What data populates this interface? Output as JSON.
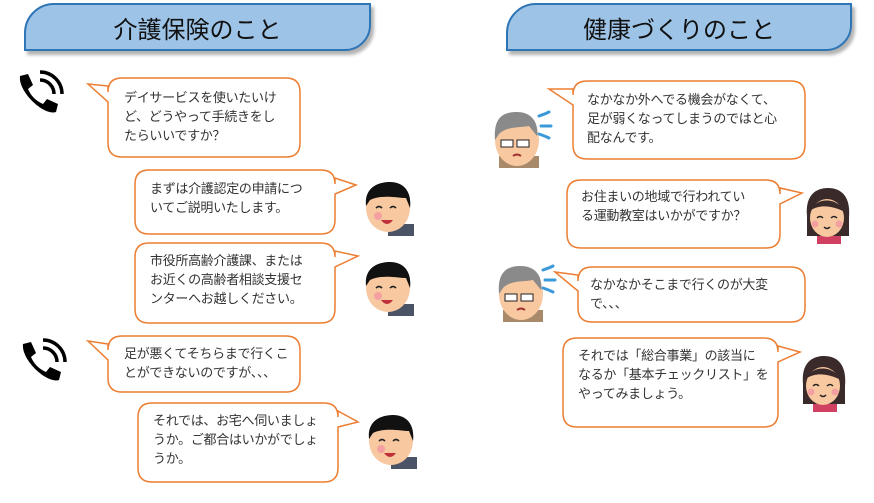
{
  "sections": {
    "care": {
      "title": "介護保険のこと",
      "messages": [
        {
          "speaker": "caller",
          "lines": [
            "デイサービスを使いたいけ",
            "ど、どうやって手続きをし",
            "たらいいですか？"
          ]
        },
        {
          "speaker": "staff",
          "lines": [
            "まずは介護認定の申請につ",
            "いてご説明いたします。"
          ]
        },
        {
          "speaker": "staff",
          "lines": [
            "市役所高齢介護課、または",
            "お近くの高齢者相談支援セ",
            "ンターへお越しください。"
          ]
        },
        {
          "speaker": "caller",
          "lines": [
            "足が悪くてそちらまで行くこ",
            "とができないのですが、、、"
          ]
        },
        {
          "speaker": "staff",
          "lines": [
            "それでは、お宅へ伺いましょ",
            "うか。ご都合はいかがでしょ",
            "うか。"
          ]
        }
      ]
    },
    "health": {
      "title": "健康づくりのこと",
      "messages": [
        {
          "speaker": "elderly",
          "lines": [
            "なかなか外へでる機会がなくて、",
            "足が弱くなってしまうのではと心",
            "配なんです。"
          ]
        },
        {
          "speaker": "staff",
          "lines": [
            "お住まいの地域で行われてい",
            "る運動教室はいかがですか？"
          ]
        },
        {
          "speaker": "elderly",
          "lines": [
            "なかなかそこまで行くのが大変",
            "で、、、"
          ]
        },
        {
          "speaker": "staff",
          "lines": [
            "それでは「総合事業」の該当に",
            "なるか「基本チェックリスト」を",
            "やってみましょう。"
          ]
        }
      ]
    }
  },
  "colors": {
    "header_fill": "#9dc3e6",
    "header_border": "#2e75b6",
    "bubble_border": "#ed7d31"
  }
}
